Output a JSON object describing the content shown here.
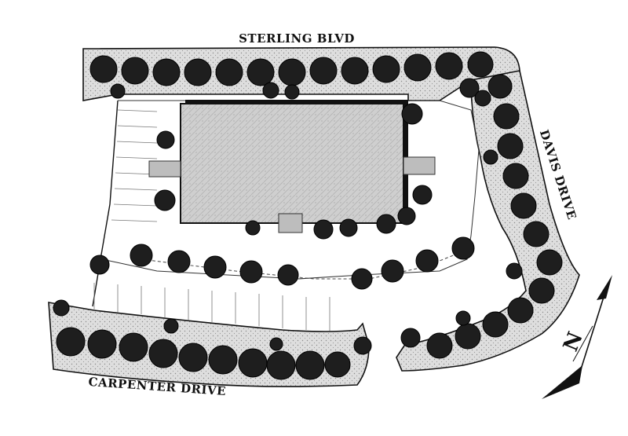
{
  "map": {
    "streets": {
      "north": "STERLING BLVD",
      "east": "DAVIS DRIVE",
      "south": "CARPENTER DRIVE"
    },
    "compass": {
      "label": "N",
      "icon": "north-arrow-icon"
    },
    "colors": {
      "ink": "#111111",
      "paper": "#ffffff",
      "planting": "#d9d9d9",
      "building": "#c8c8c8",
      "tree": "#1e1e1e"
    }
  }
}
